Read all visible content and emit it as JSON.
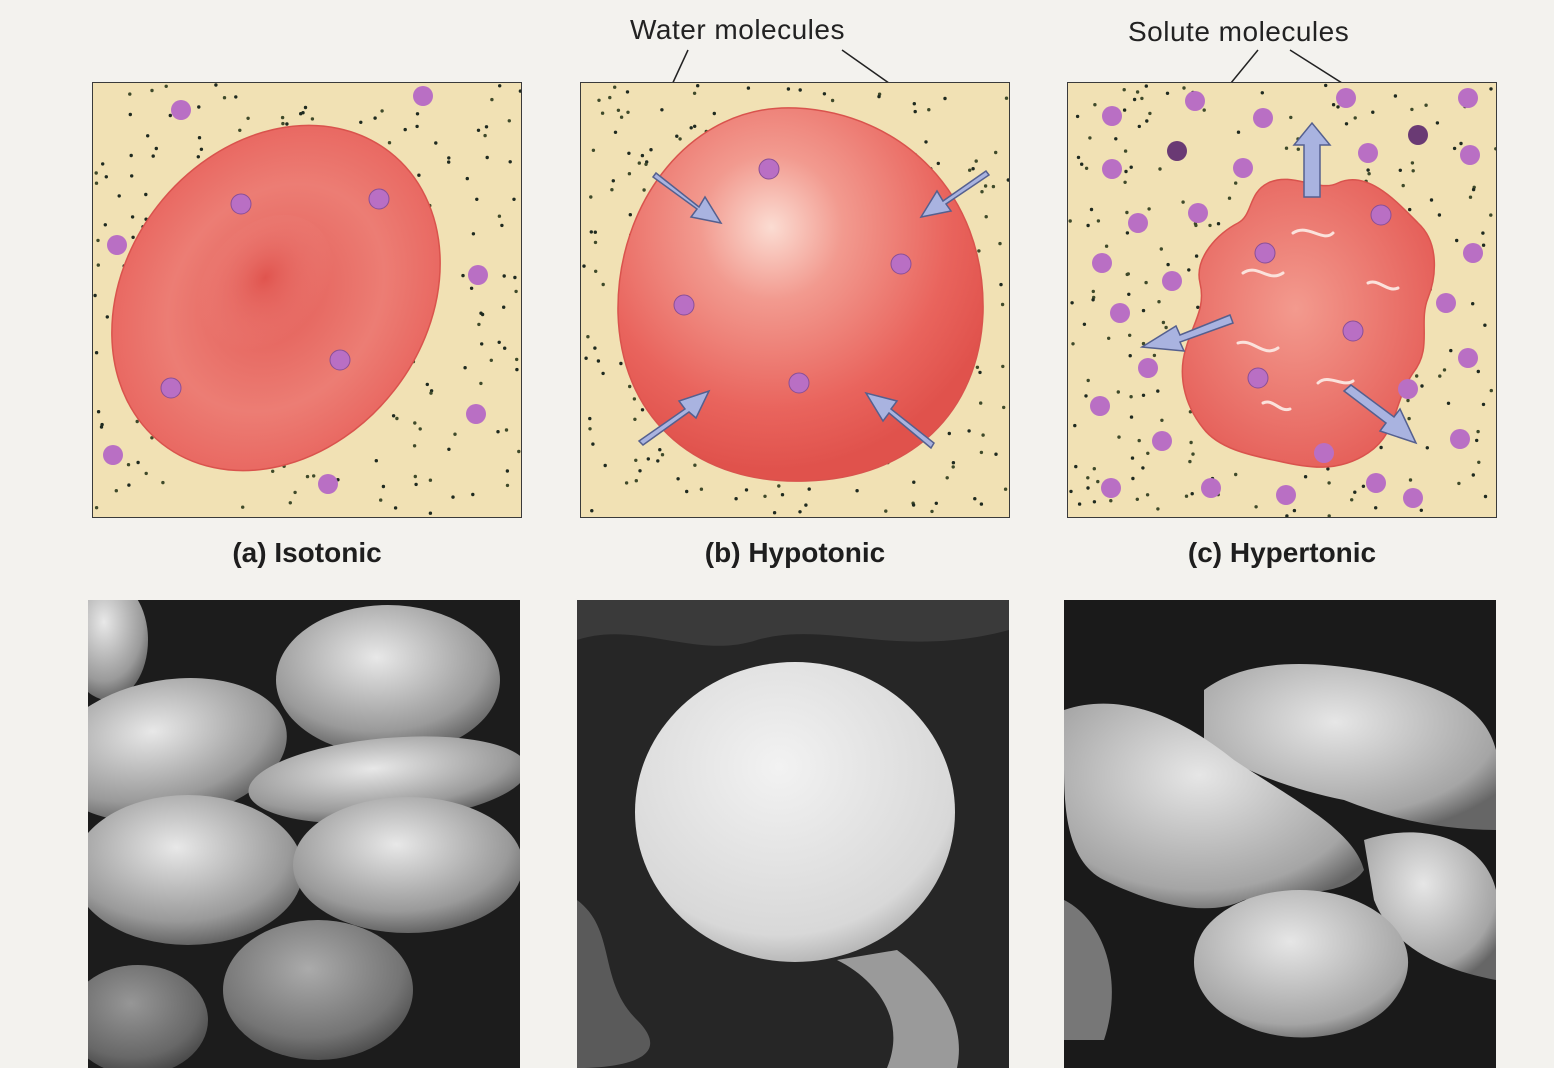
{
  "labels": {
    "water_molecules": "Water molecules",
    "solute_molecules": "Solute molecules"
  },
  "panels": [
    {
      "caption": "(a) Isotonic"
    },
    {
      "caption": "(b) Hypotonic"
    },
    {
      "caption": "(c) Hypertonic"
    }
  ],
  "colors": {
    "solution_bg": "#f1e1b4",
    "cell_red": "#e8706a",
    "solute_purple": "#b86ec4",
    "arrow_blue": "#a9b3e0"
  },
  "icons": {
    "water_arrow": "arrow-icon"
  }
}
